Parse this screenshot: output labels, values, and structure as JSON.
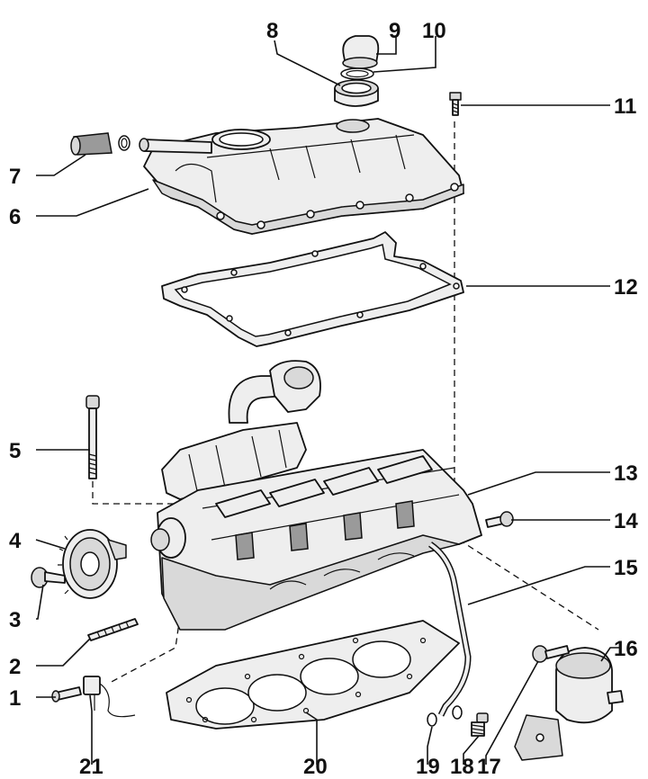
{
  "labels": [
    "1",
    "2",
    "3",
    "4",
    "5",
    "6",
    "7",
    "8",
    "9",
    "10",
    "11",
    "12",
    "13",
    "14",
    "15",
    "16",
    "17",
    "18",
    "19",
    "20",
    "21"
  ]
}
